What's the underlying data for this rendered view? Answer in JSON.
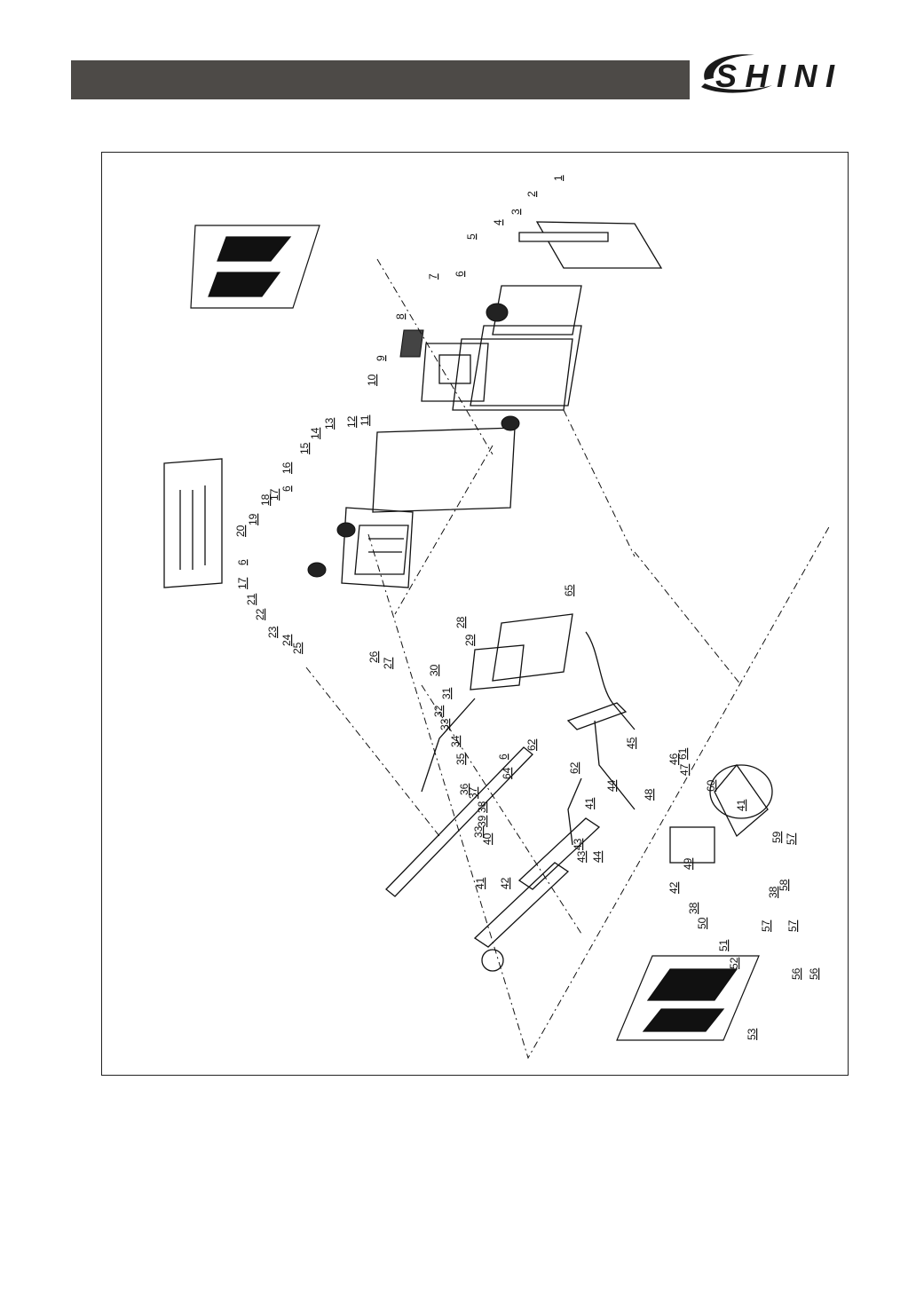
{
  "brand": {
    "name": "SHINI",
    "color": "#1a1a1a",
    "accent": "#4d4a47"
  },
  "header": {
    "bar_color": "#4d4a47"
  },
  "diagram": {
    "kind": "exploded-view",
    "part_labels": [
      "1",
      "2",
      "3",
      "4",
      "5",
      "6",
      "7",
      "8",
      "9",
      "10",
      "11",
      "12",
      "13",
      "14",
      "15",
      "16",
      "6",
      "17",
      "18",
      "19",
      "20",
      "6",
      "17",
      "21",
      "22",
      "23",
      "24",
      "25",
      "26",
      "27",
      "28",
      "29",
      "30",
      "31",
      "32",
      "33",
      "34",
      "35",
      "36",
      "37",
      "38",
      "39",
      "33",
      "40",
      "41",
      "42",
      "43",
      "43",
      "41",
      "44",
      "44",
      "45",
      "46",
      "47",
      "48",
      "49",
      "42",
      "38",
      "50",
      "51",
      "52",
      "53",
      "56",
      "56",
      "57",
      "57",
      "38",
      "58",
      "57",
      "59",
      "41",
      "60",
      "61",
      "62",
      "62",
      "64",
      "6",
      "65"
    ]
  }
}
